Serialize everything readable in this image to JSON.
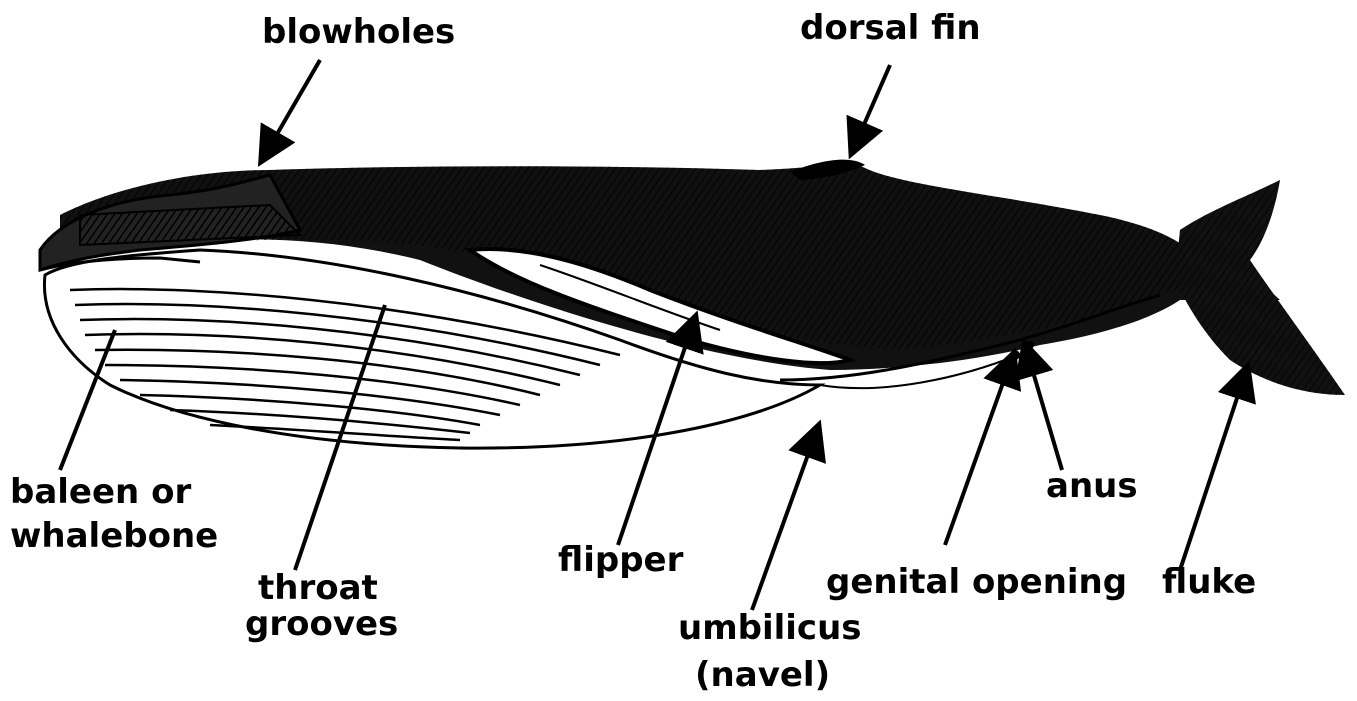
{
  "labels": {
    "blowholes": "blowholes",
    "dorsal_fin": "dorsal fin",
    "baleen_line1": "baleen or",
    "baleen_line2": "whalebone",
    "throat_line1": "throat",
    "throat_line2": "grooves",
    "flipper": "flipper",
    "umbilicus_line1": "umbilicus",
    "umbilicus_line2": "(navel)",
    "genital_opening": "genital opening",
    "anus": "anus",
    "fluke": "fluke"
  },
  "colors": {
    "ink": "#000000",
    "paper": "#ffffff"
  }
}
